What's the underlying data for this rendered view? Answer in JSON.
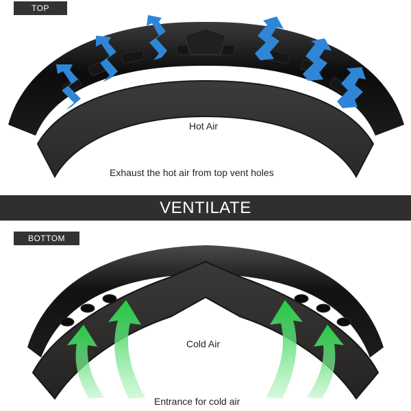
{
  "top_panel": {
    "tag": "TOP",
    "center_label": "Hot Air",
    "caption": "Exhaust the hot air from top vent holes",
    "arrow_color": "#2f86d6",
    "arrow_icon": "zigzag-up-arrow-icon"
  },
  "band": {
    "title": "VENTILATE"
  },
  "bottom_panel": {
    "tag": "BOTTOM",
    "center_label": "Cold Air",
    "caption": "Entrance for cold air",
    "arrow_color": "#29d24a",
    "arrow_icon": "curved-up-arrow-icon"
  }
}
